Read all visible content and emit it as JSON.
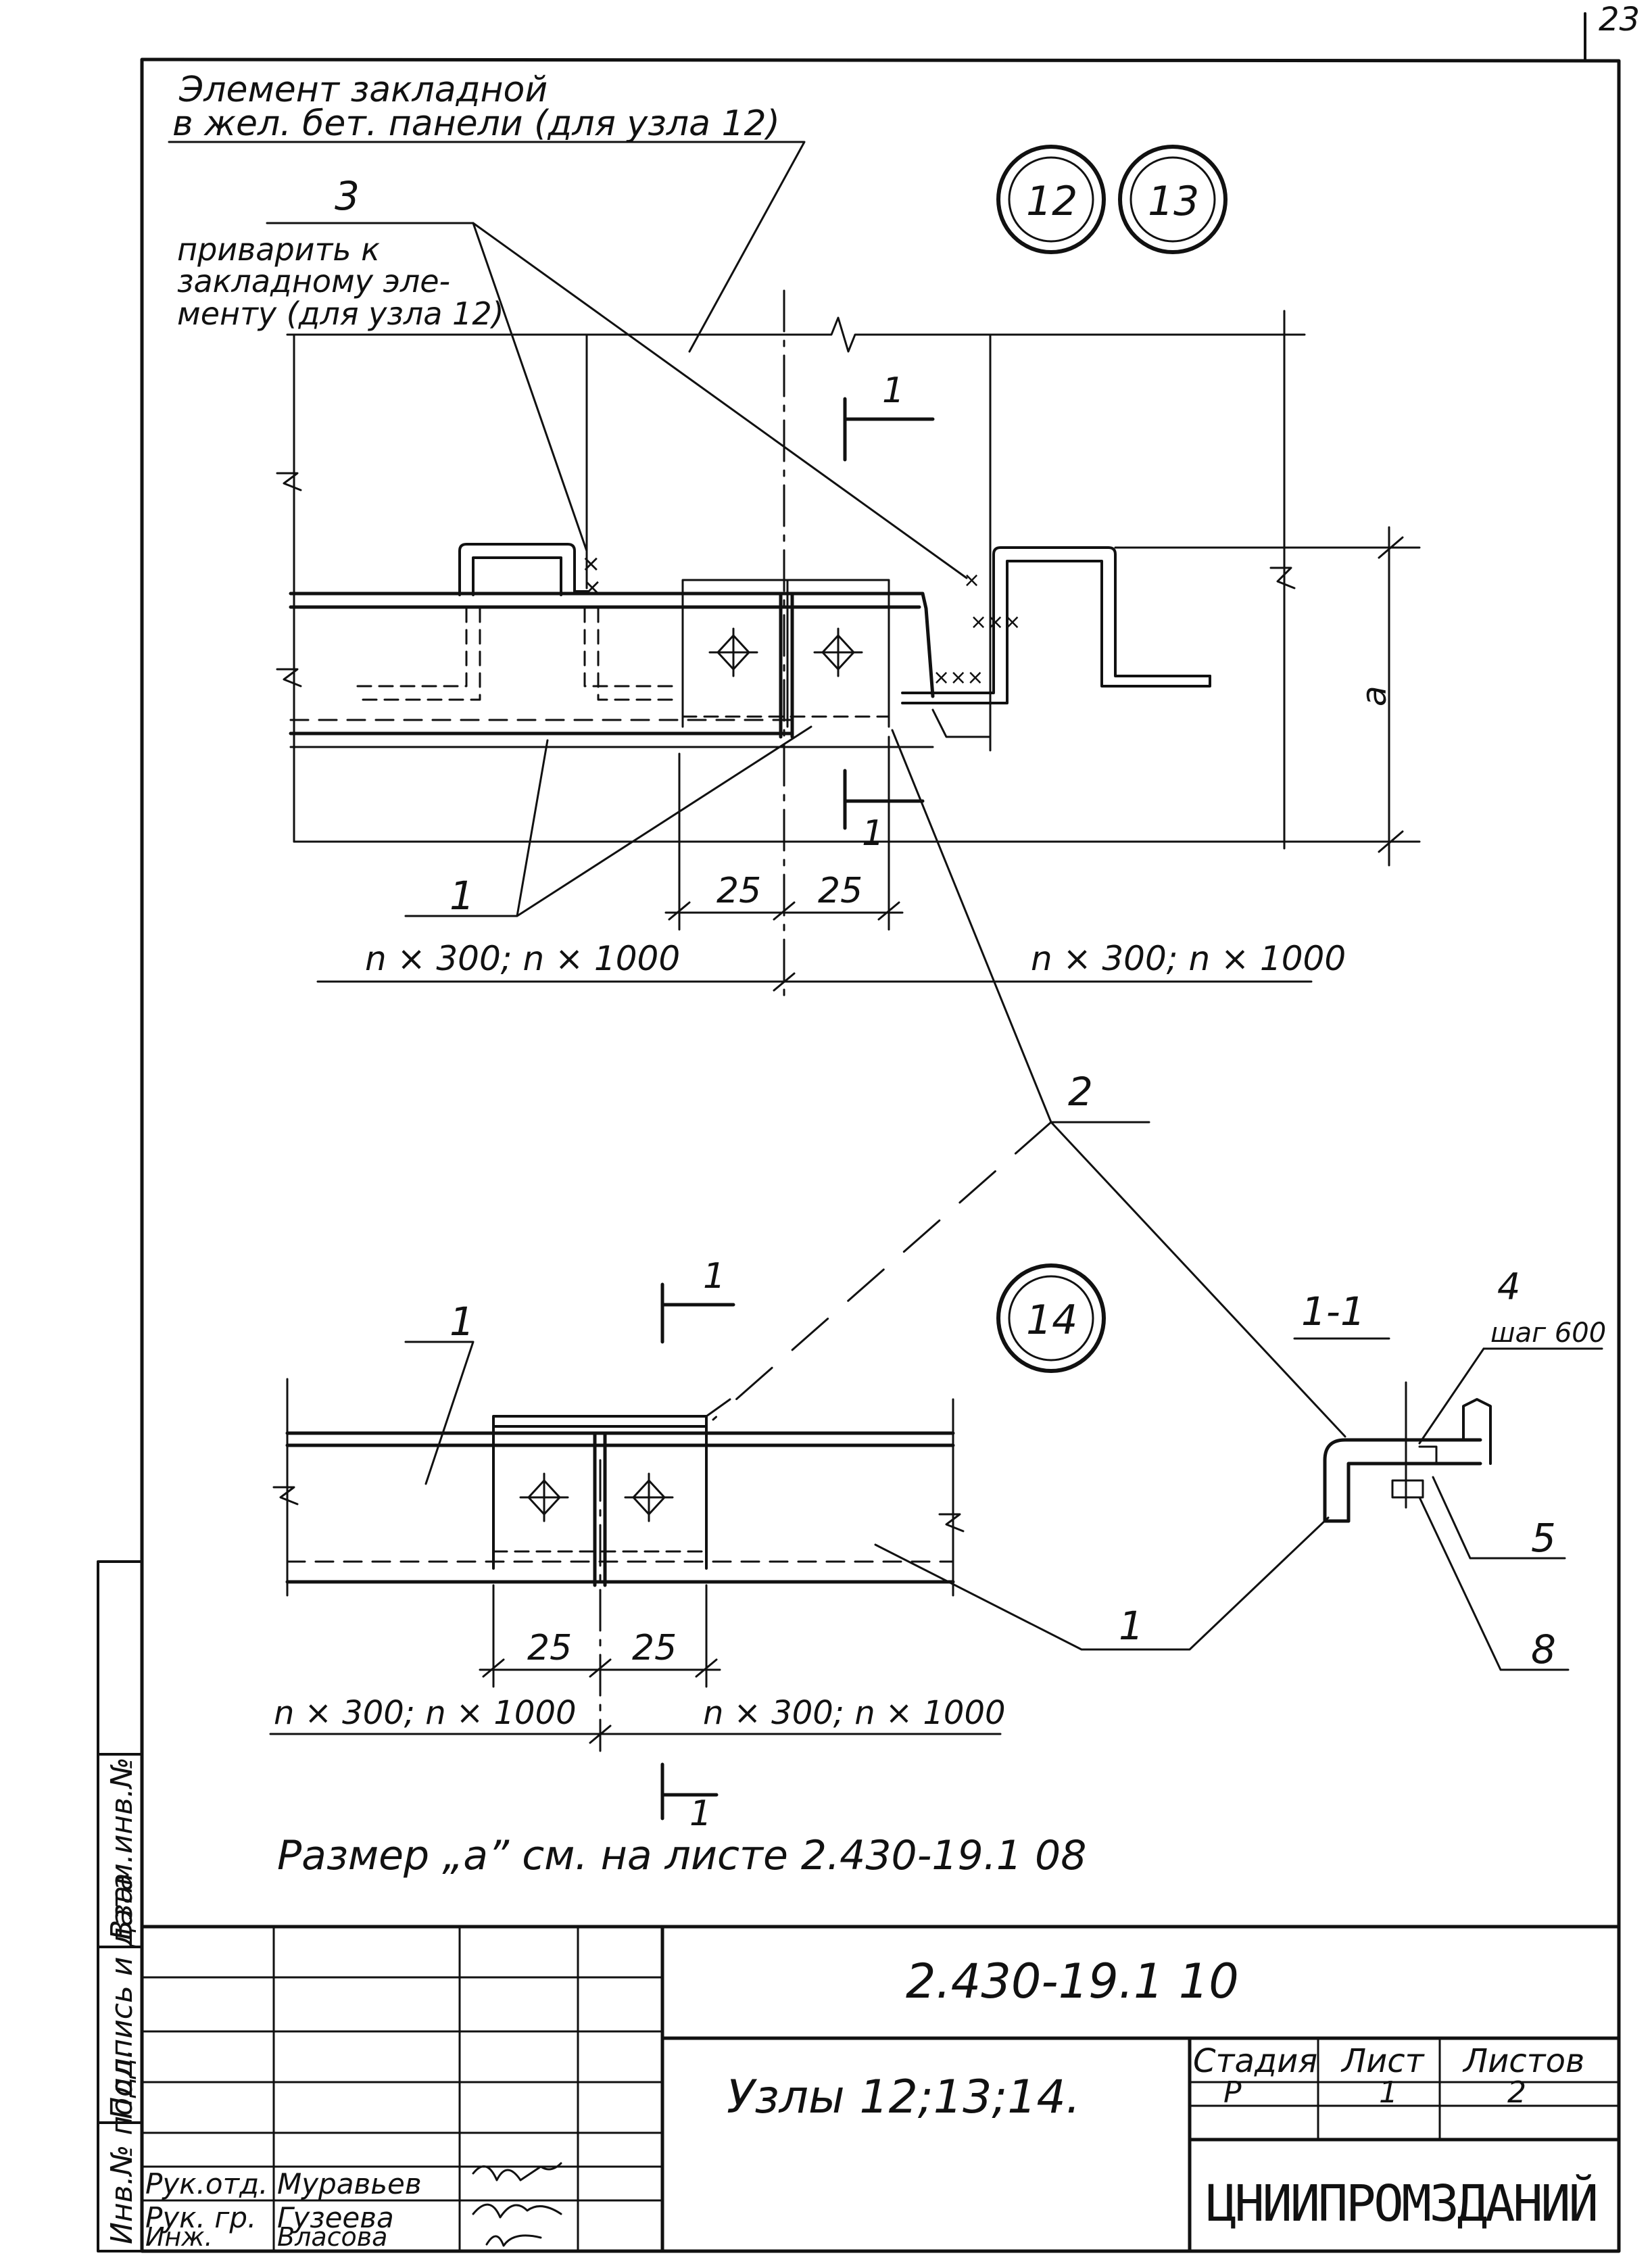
{
  "page_number": "23",
  "notes": {
    "embedded_element": "Элемент закладной в жел. бет. панели (для узла 12)",
    "weld_to_element": "приварить к закладному элементу (для узла 12)",
    "dimension_a_note": "Размер „а” см. на листе 2.430-19.1 08"
  },
  "nodes": [
    "12",
    "13",
    "14"
  ],
  "section": {
    "label": "1-1",
    "cut_label": "1"
  },
  "callouts": {
    "one": "1",
    "two": "2",
    "three": "3",
    "four": "4",
    "four_spacing": "шаг 600",
    "five": "5",
    "eight": "8",
    "dim_a": "а"
  },
  "dimensions": {
    "d25": "25",
    "spacing_left": "n × 300;  n × 1000",
    "spacing_right": "n × 300;  n × 1000"
  },
  "title_block": {
    "doc_code": "2.430-19.1 10",
    "title": "Узлы 12;13;14.",
    "stage_header": "Стадия",
    "sheet_header": "Лист",
    "sheets_header": "Листов",
    "stage": "Р",
    "sheet": "1",
    "sheets": "2",
    "org": "ЦНИИПРОМЗДАНИЙ",
    "roles": [
      {
        "role": "Рук.отд.",
        "name": "Муравьев"
      },
      {
        "role": "Рук. гр.",
        "name": "Гузеева"
      },
      {
        "role": "Инж.",
        "name": "Власова"
      }
    ]
  },
  "side_stamp": [
    "Инв.№ подл.",
    "Подпись и дата",
    "Взам.инв.№"
  ]
}
